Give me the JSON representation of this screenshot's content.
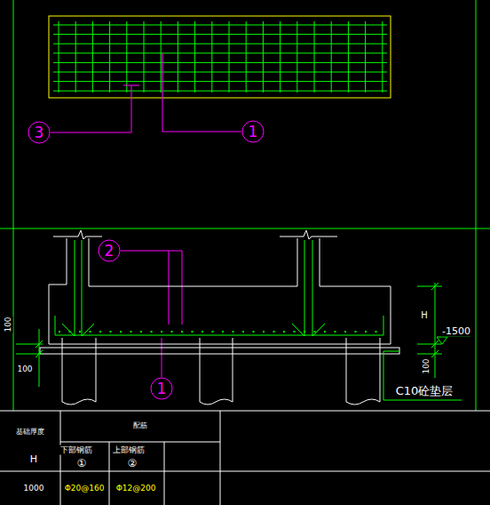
{
  "diagram": {
    "nodes": [
      {
        "text": [
          "3"
        ]
      },
      {
        "text": [
          "1"
        ]
      },
      {
        "text": [
          "2"
        ]
      },
      {
        "text": [
          "1"
        ]
      }
    ],
    "labels": [
      "100",
      "100",
      "H",
      "-1500",
      "100",
      "C10砼垫层",
      "基础厚度",
      "配筋",
      "下部钢筋",
      "①",
      "上部钢筋",
      "②",
      "H",
      "Φ20@160",
      "Φ12@200",
      "1000"
    ]
  }
}
